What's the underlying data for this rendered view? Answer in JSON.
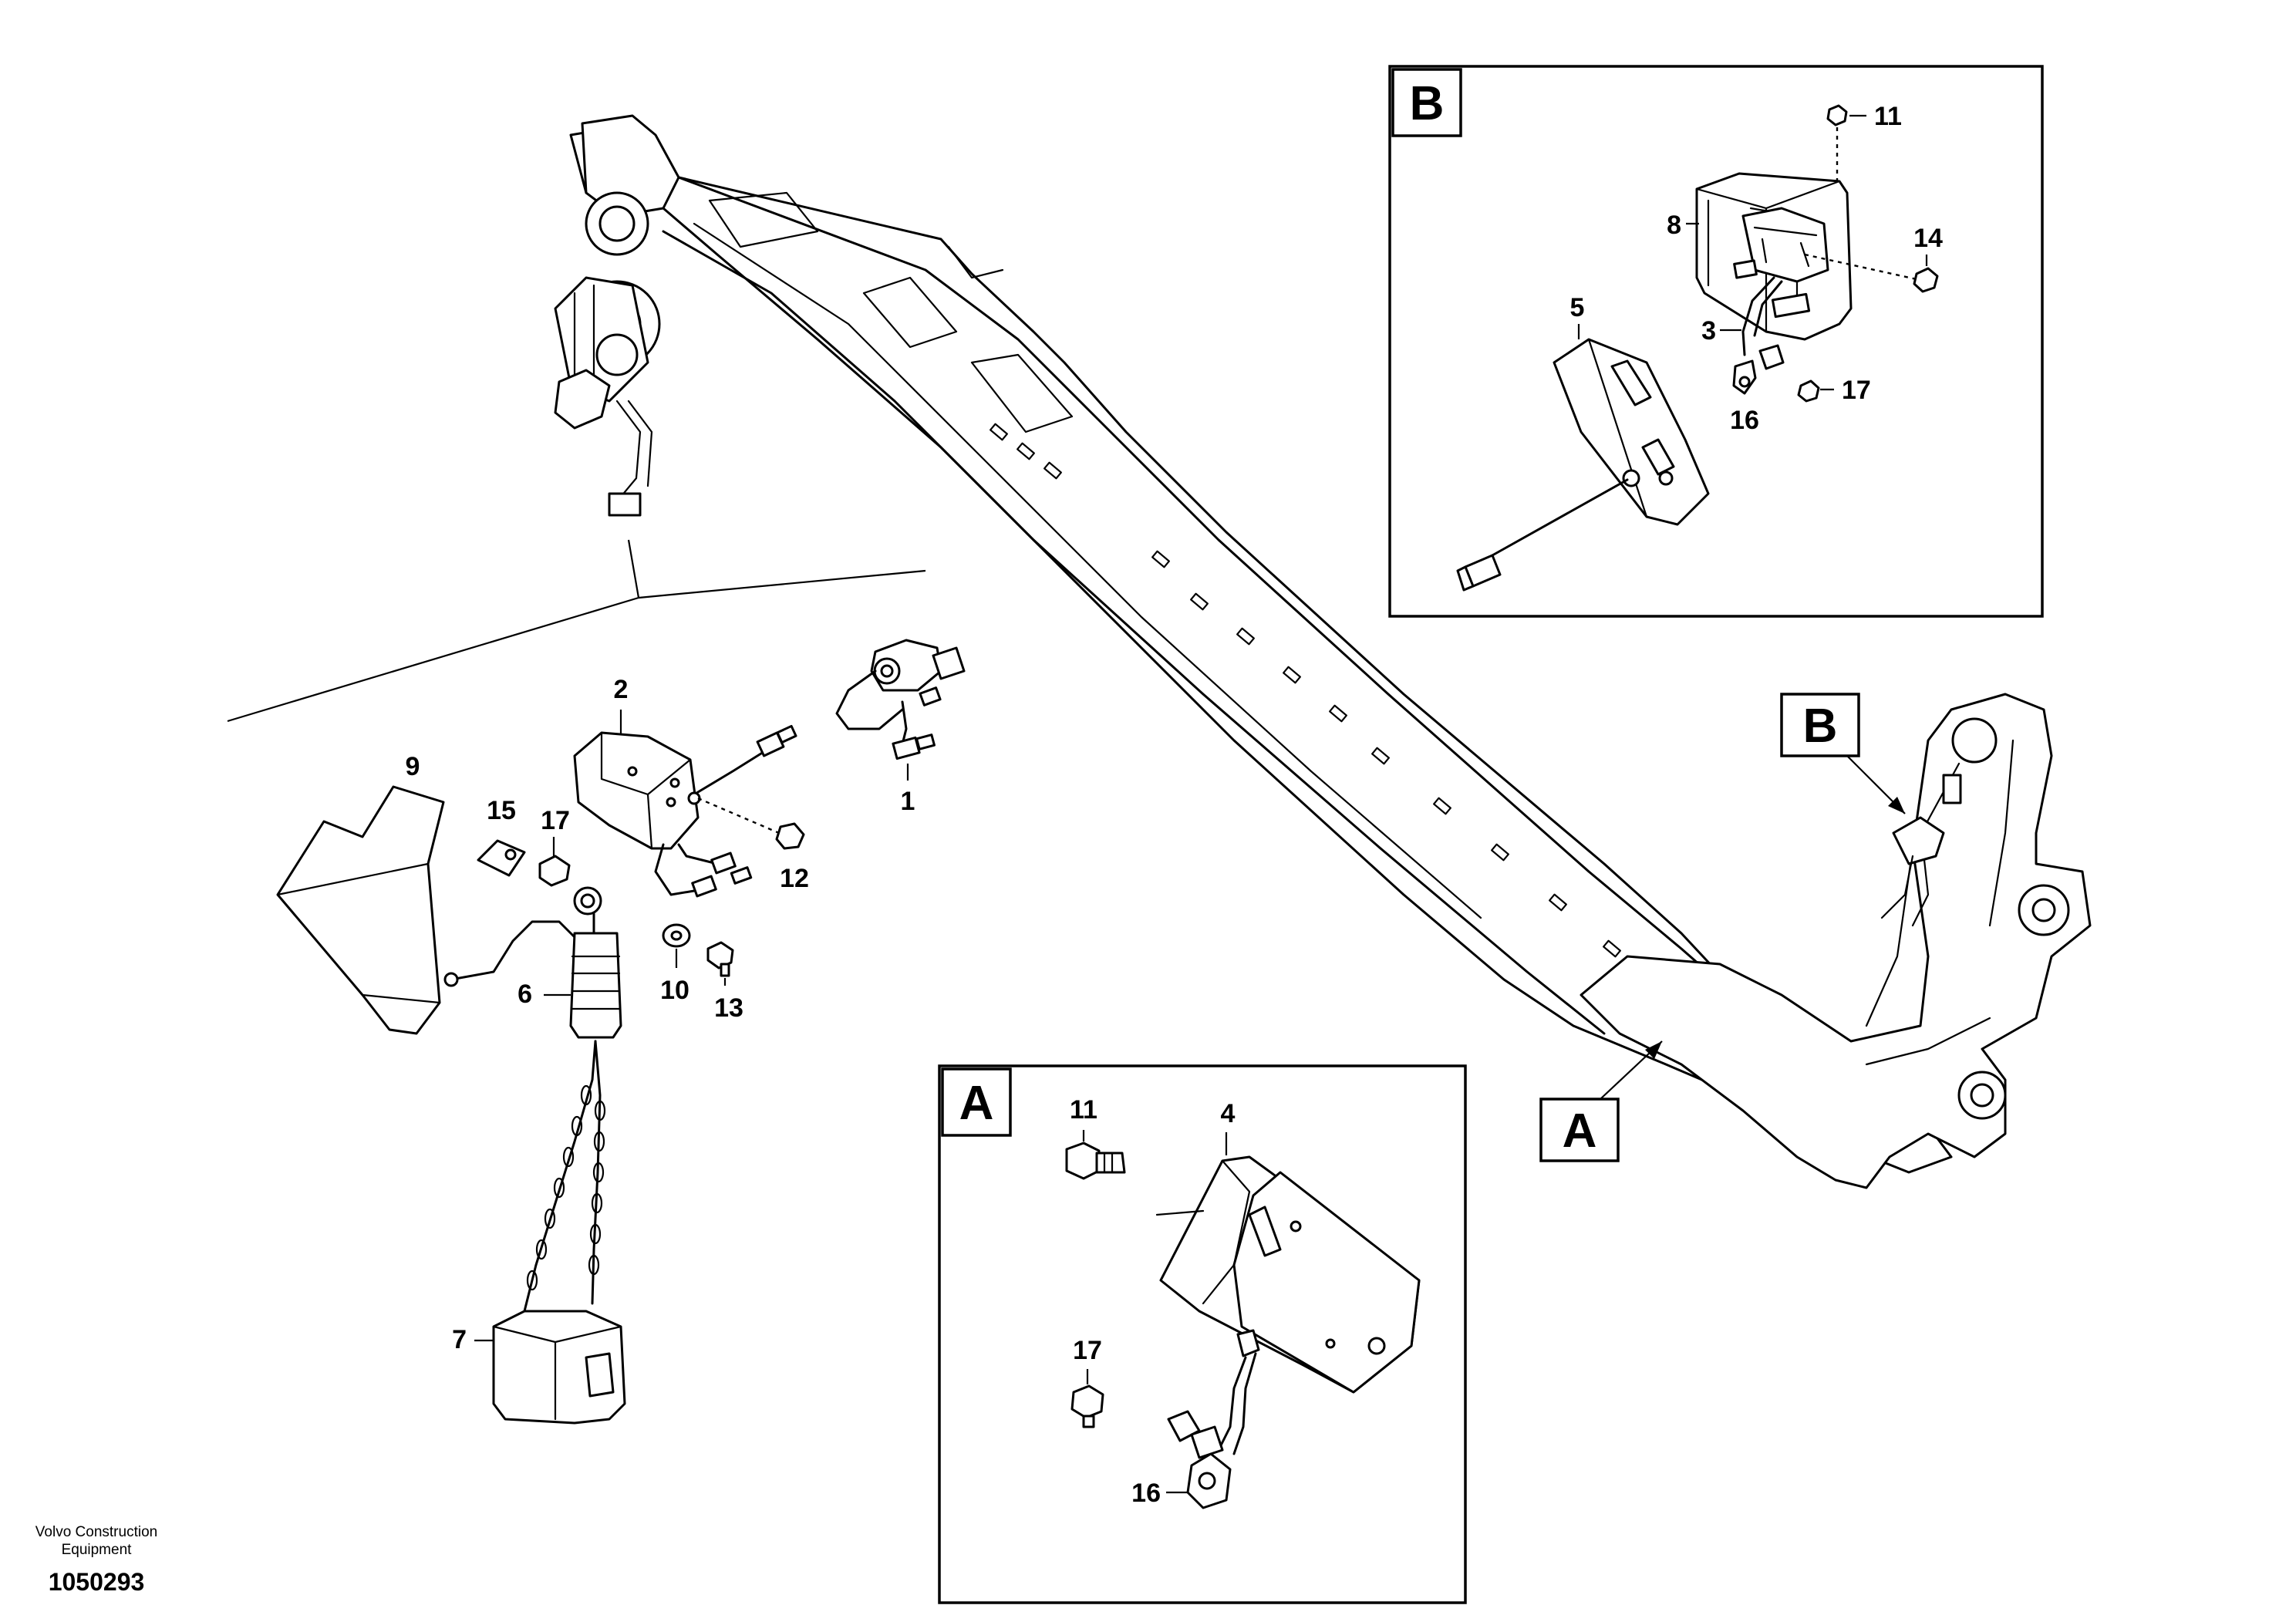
{
  "detail_views": {
    "A": {
      "letter": "A",
      "callouts": [
        "11",
        "4",
        "17",
        "16"
      ]
    },
    "B": {
      "letter": "B",
      "callouts": [
        "11",
        "8",
        "14",
        "5",
        "3",
        "17",
        "16"
      ]
    }
  },
  "location_markers": {
    "A": "A",
    "B": "B"
  },
  "callouts": {
    "p1": "1",
    "p2": "2",
    "p6": "6",
    "p7": "7",
    "p9": "9",
    "p10": "10",
    "p12": "12",
    "p13": "13",
    "p15": "15",
    "p17": "17"
  },
  "footer": {
    "company_line1": "Volvo Construction",
    "company_line2": "Equipment",
    "document_number": "1050293"
  }
}
